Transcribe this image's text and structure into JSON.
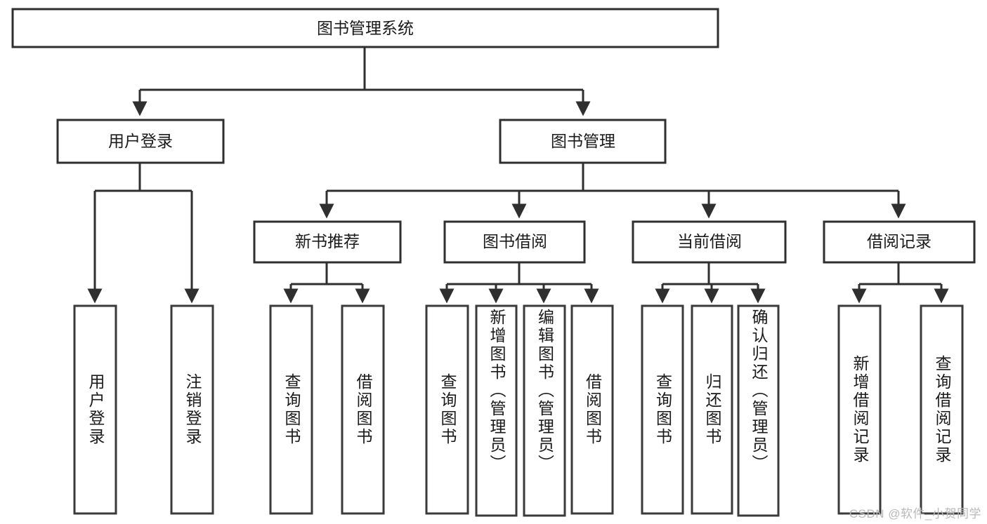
{
  "diagram": {
    "type": "tree",
    "title": "图书管理系统",
    "watermark": "CSDN @软件_小贺同学",
    "root": {
      "label": "图书管理系统",
      "orientation": "horizontal"
    },
    "level2": [
      {
        "label": "用户登录",
        "orientation": "horizontal"
      },
      {
        "label": "图书管理",
        "orientation": "horizontal"
      }
    ],
    "level3": [
      {
        "label": "新书推荐",
        "orientation": "horizontal",
        "parent": "图书管理"
      },
      {
        "label": "图书借阅",
        "orientation": "horizontal",
        "parent": "图书管理"
      },
      {
        "label": "当前借阅",
        "orientation": "horizontal",
        "parent": "图书管理"
      },
      {
        "label": "借阅记录",
        "orientation": "horizontal",
        "parent": "图书管理"
      }
    ],
    "leaves": [
      {
        "label": "用户登录",
        "orientation": "vertical",
        "parent": "用户登录"
      },
      {
        "label": "注销登录",
        "orientation": "vertical",
        "parent": "用户登录"
      },
      {
        "label": "查询图书",
        "orientation": "vertical",
        "parent": "新书推荐"
      },
      {
        "label": "借阅图书",
        "orientation": "vertical",
        "parent": "新书推荐"
      },
      {
        "label": "查询图书",
        "orientation": "vertical",
        "parent": "图书借阅"
      },
      {
        "label": "新增图书（管理员）",
        "orientation": "vertical",
        "parent": "图书借阅"
      },
      {
        "label": "编辑图书（管理员）",
        "orientation": "vertical",
        "parent": "图书借阅"
      },
      {
        "label": "借阅图书",
        "orientation": "vertical",
        "parent": "图书借阅"
      },
      {
        "label": "查询图书",
        "orientation": "vertical",
        "parent": "当前借阅"
      },
      {
        "label": "归还图书",
        "orientation": "vertical",
        "parent": "当前借阅"
      },
      {
        "label": "确认归还（管理员）",
        "orientation": "vertical",
        "parent": "当前借阅"
      },
      {
        "label": "新增借阅记录",
        "orientation": "vertical",
        "parent": "借阅记录"
      },
      {
        "label": "查询借阅记录",
        "orientation": "vertical",
        "parent": "借阅记录"
      }
    ],
    "colors": {
      "box_stroke": "#2f2f2f",
      "box_fill": "#ffffff",
      "connector": "#2f2f2f",
      "text": "#1a1a1a",
      "watermark": "#b9b9b9",
      "background": "#ffffff"
    }
  }
}
